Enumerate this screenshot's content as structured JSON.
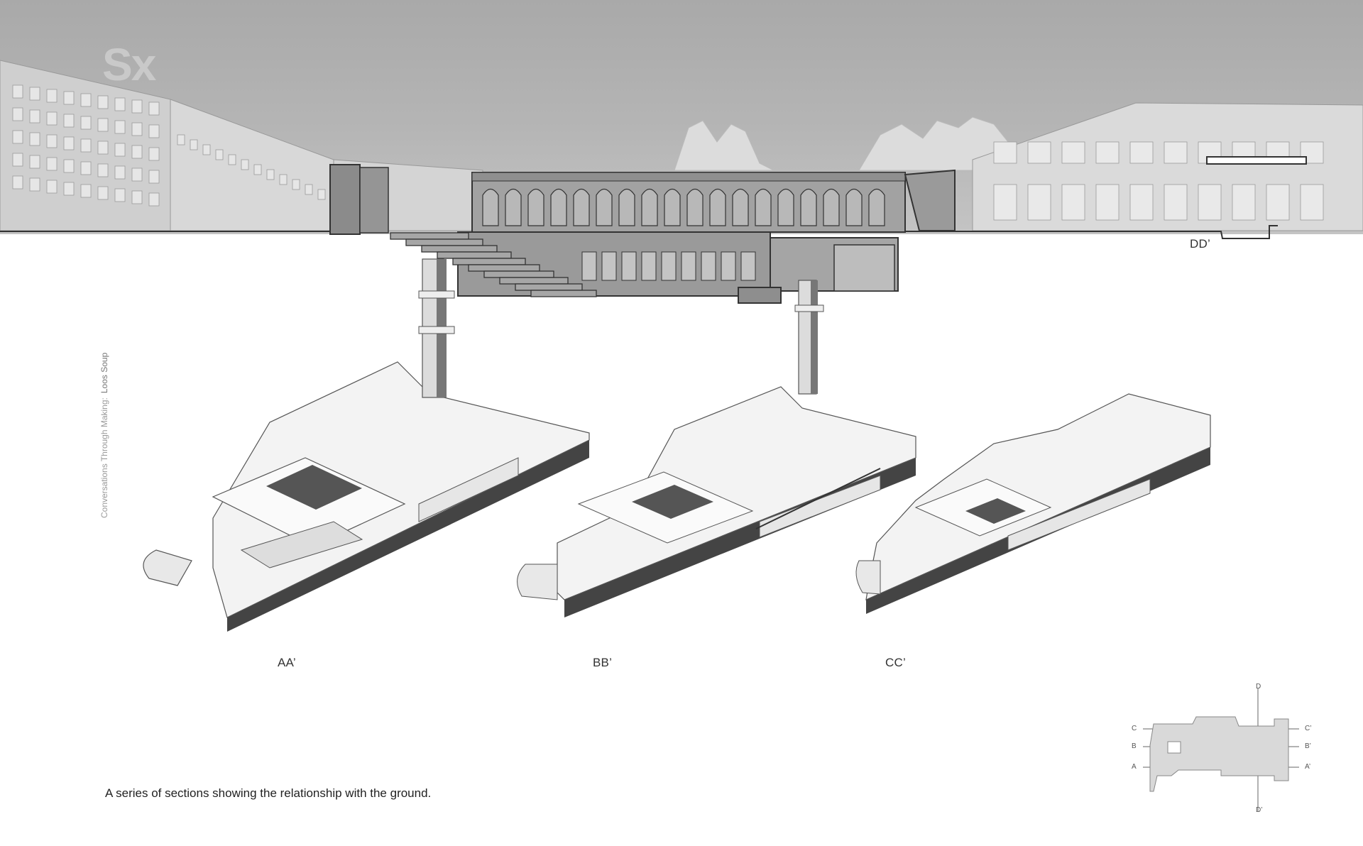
{
  "sheet_mark": "Sx",
  "side_title": {
    "lead": "Conversations Through Making:",
    "project": "Loos Soup"
  },
  "section_labels": {
    "dd": "DD’",
    "aa": "AA’",
    "bb": "BB’",
    "cc": "CC’"
  },
  "caption": "A series of sections showing the relationship with the ground.",
  "key_plan": {
    "top": "D",
    "bottom": "D’",
    "left": [
      "C",
      "B",
      "A"
    ],
    "right": [
      "C’",
      "B’",
      "A’"
    ]
  },
  "colors": {
    "sky": "#b3b3b3",
    "section_fill": "#444444",
    "building": "#9e9e9e",
    "line": "#3a3a3a"
  }
}
